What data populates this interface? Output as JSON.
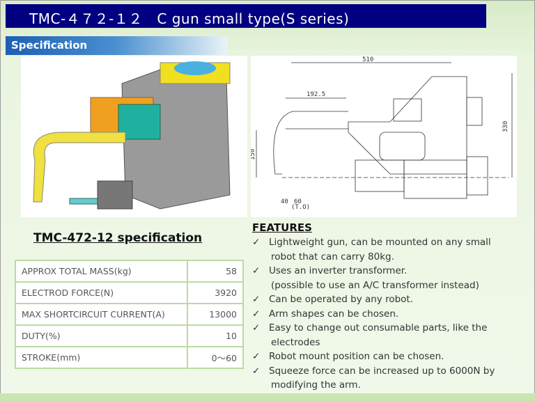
{
  "title": "TMC-４７２-１２　C gun small type(S series)",
  "section": "Specification",
  "subtitle": "TMC-472-12 specification",
  "drawing": {
    "dim_width": "510",
    "dim_reach": "192.5",
    "dim_height": "330",
    "dim_throat": "150",
    "dim_a": "40",
    "dim_b": "60",
    "dim_note": "(T.O)"
  },
  "spec_table": [
    {
      "label": "APPROX TOTAL MASS(kg)",
      "value": "58"
    },
    {
      "label": "ELECTROD FORCE(N)",
      "value": "3920"
    },
    {
      "label": "MAX SHORTCIRCUIT CURRENT(A)",
      "value": "13000"
    },
    {
      "label": "DUTY(%)",
      "value": "10"
    },
    {
      "label": "STROKE(mm)",
      "value": "0～60"
    }
  ],
  "features": {
    "heading": "FEATURES",
    "items": [
      {
        "line1": "Lightweight gun, can be mounted on any small",
        "line2": "robot that can carry 80kg."
      },
      {
        "line1": "Uses an inverter transformer.",
        "line2": "(possible to use an A/C transformer instead)"
      },
      {
        "line1": "Can be operated by any robot.",
        "line2": ""
      },
      {
        "line1": "Arm shapes can be chosen.",
        "line2": ""
      },
      {
        "line1": "Easy to change out consumable parts, like the",
        "line2": "electrodes"
      },
      {
        "line1": "Robot mount position can be chosen.",
        "line2": ""
      },
      {
        "line1": "Squeeze force can be increased up to 6000N by",
        "line2": "modifying the arm."
      }
    ]
  },
  "colors": {
    "title_bg": "#000080",
    "table_border": "#b9dba0"
  }
}
